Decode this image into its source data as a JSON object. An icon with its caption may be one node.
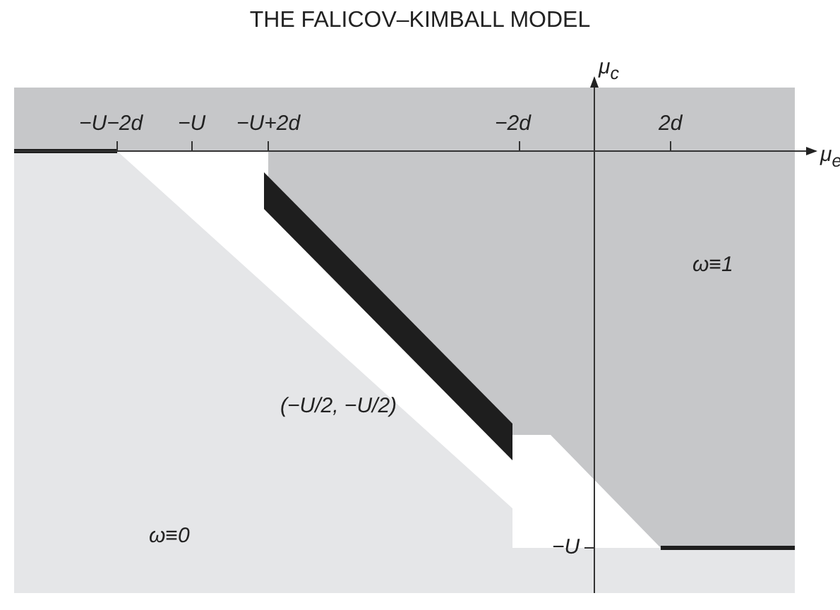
{
  "diagram": {
    "title": "THE FALICOV–KIMBALL MODEL",
    "labels": [
      "μ$_{c}$",
      "−U−2d",
      "−U",
      "−U+2d",
      "−2d",
      "2d",
      "μ$_{e}$",
      "ω≡1",
      "(−U/2, −U/2)",
      "−U",
      "ω≡0"
    ]
  }
}
